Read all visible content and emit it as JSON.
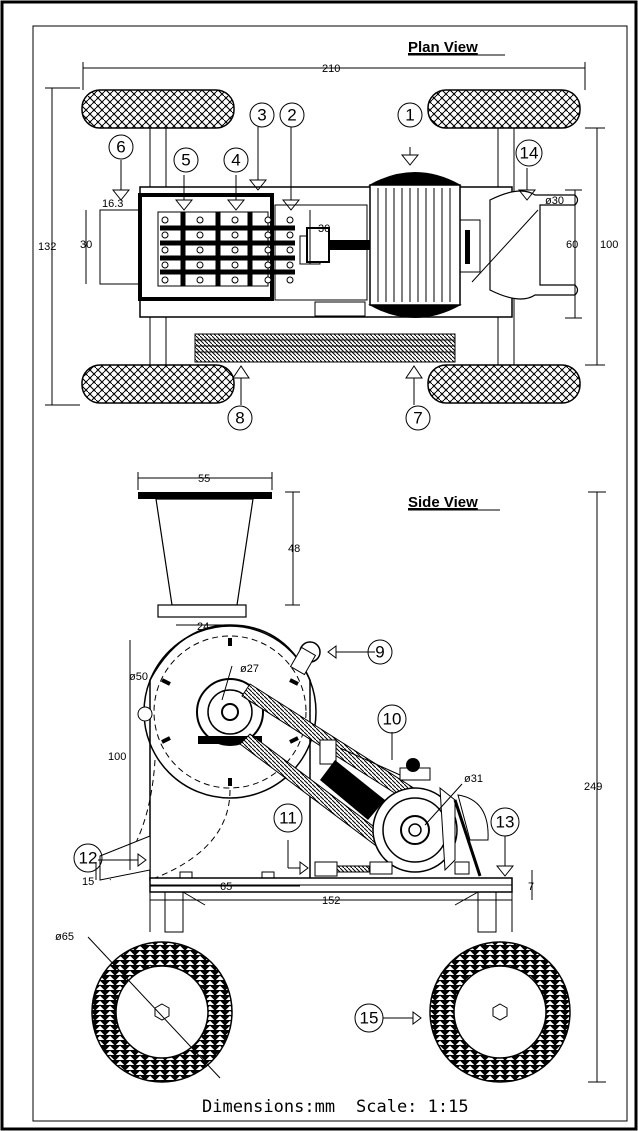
{
  "titles": {
    "plan_view": "Plan View",
    "side_view": "Side View"
  },
  "plan_dims": {
    "overall_length": "210",
    "overall_width": "132",
    "frame_width": "100",
    "motor_width": "60",
    "hopper_width": "30",
    "shaft_spacing": "30",
    "pulley_dia": "ø30",
    "offset": "16.3"
  },
  "side_dims": {
    "hopper_top": "55",
    "hopper_height": "48",
    "hopper_neck": "24",
    "rotor_dia": "ø50",
    "shaft_dia": "ø27",
    "height_100": "100",
    "motor_pulley": "ø31",
    "total_height": "249",
    "outlet_height": "15",
    "frame_height": "7",
    "half_length": "65",
    "frame_length": "152",
    "wheel_dia": "ø65"
  },
  "balloons": [
    "1",
    "2",
    "3",
    "4",
    "5",
    "6",
    "7",
    "8",
    "9",
    "10",
    "11",
    "12",
    "13",
    "14",
    "15"
  ],
  "footer": {
    "dimensions": "Dimensions:mm",
    "scale": "Scale: 1:15"
  }
}
